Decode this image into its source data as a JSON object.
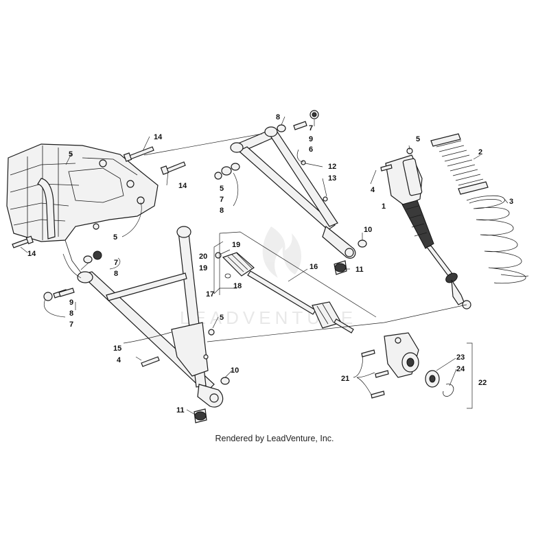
{
  "diagram": {
    "callouts": [
      {
        "id": "c14a",
        "label": "14"
      },
      {
        "id": "c5a",
        "label": "5"
      },
      {
        "id": "c14b",
        "label": "14"
      },
      {
        "id": "c5b",
        "label": "5"
      },
      {
        "id": "c14c",
        "label": "14"
      },
      {
        "id": "c8a",
        "label": "8"
      },
      {
        "id": "c7a",
        "label": "7"
      },
      {
        "id": "c9a",
        "label": "9"
      },
      {
        "id": "c6",
        "label": "6"
      },
      {
        "id": "c12",
        "label": "12"
      },
      {
        "id": "c13",
        "label": "13"
      },
      {
        "id": "c5c",
        "label": "5"
      },
      {
        "id": "c7b",
        "label": "7"
      },
      {
        "id": "c8b",
        "label": "8"
      },
      {
        "id": "c5d",
        "label": "5"
      },
      {
        "id": "c4a",
        "label": "4"
      },
      {
        "id": "c1",
        "label": "1"
      },
      {
        "id": "c2",
        "label": "2"
      },
      {
        "id": "c3",
        "label": "3"
      },
      {
        "id": "c10a",
        "label": "10"
      },
      {
        "id": "c11a",
        "label": "11"
      },
      {
        "id": "c19a",
        "label": "19"
      },
      {
        "id": "c20",
        "label": "20"
      },
      {
        "id": "c19b",
        "label": "19"
      },
      {
        "id": "c18",
        "label": "18"
      },
      {
        "id": "c17",
        "label": "17"
      },
      {
        "id": "c16",
        "label": "16"
      },
      {
        "id": "c7c",
        "label": "7"
      },
      {
        "id": "c8c",
        "label": "8"
      },
      {
        "id": "c9b",
        "label": "9"
      },
      {
        "id": "c8d",
        "label": "8"
      },
      {
        "id": "c7d",
        "label": "7"
      },
      {
        "id": "c5e",
        "label": "5"
      },
      {
        "id": "c15",
        "label": "15"
      },
      {
        "id": "c4b",
        "label": "4"
      },
      {
        "id": "c10b",
        "label": "10"
      },
      {
        "id": "c11b",
        "label": "11"
      },
      {
        "id": "c21",
        "label": "21"
      },
      {
        "id": "c23",
        "label": "23"
      },
      {
        "id": "c24",
        "label": "24"
      },
      {
        "id": "c22",
        "label": "22"
      }
    ],
    "caption": "Rendered by LeadVenture, Inc.",
    "watermark": "LEADVENTURE"
  },
  "colors": {
    "line": "#1a1a1a",
    "background": "#ffffff",
    "watermark": "#e6e6e6"
  }
}
